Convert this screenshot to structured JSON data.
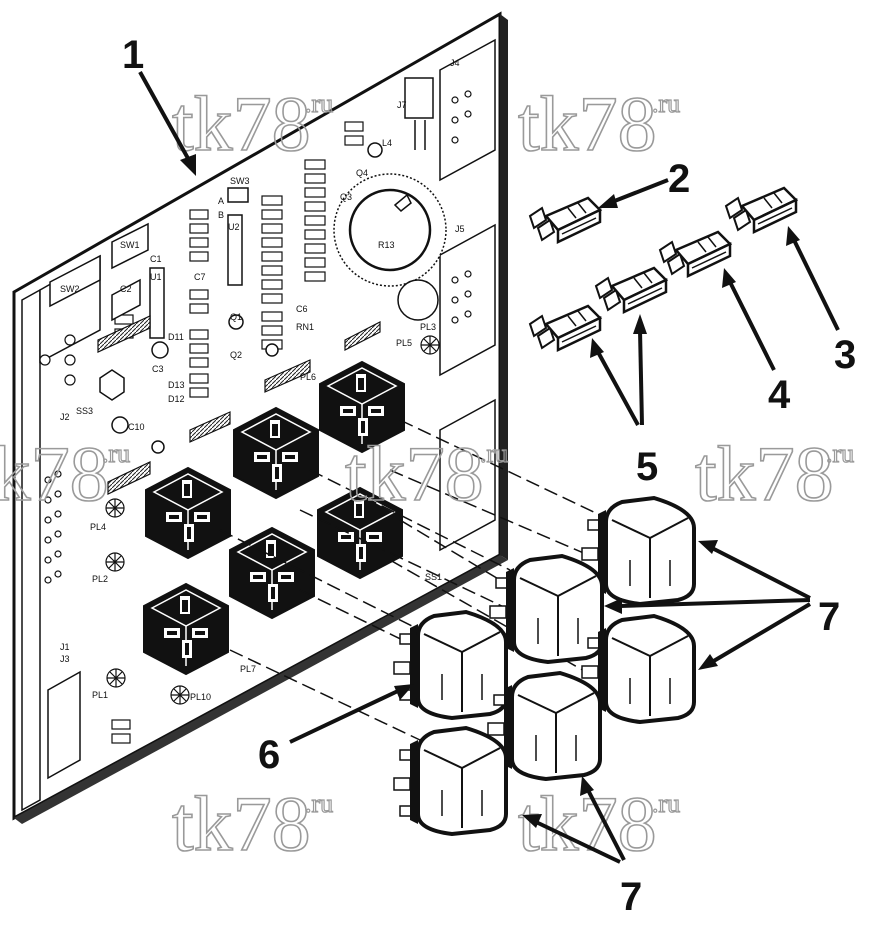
{
  "watermark": {
    "text": "tk78",
    "suffix": ".ru"
  },
  "callouts": {
    "c1": "1",
    "c2": "2",
    "c3": "3",
    "c4": "4",
    "c5": "5",
    "c6": "6",
    "c7a": "7",
    "c7b": "7"
  },
  "board_labels": {
    "sw1": "SW1",
    "sw2": "SW2",
    "sw3": "SW3",
    "j1": "J1",
    "j2": "J2",
    "j3": "J3",
    "j4": "J4",
    "j5": "J5",
    "j7": "J7",
    "r13": "R13",
    "c1": "C1",
    "c2": "C2",
    "c3": "C3",
    "c6": "C6",
    "c7": "C7",
    "c10": "C10",
    "d11": "D11",
    "d12": "D12",
    "d13": "D13",
    "q1": "Q1",
    "q2": "Q2",
    "q3": "Q3",
    "q4": "Q4",
    "u1": "U1",
    "u2": "U2",
    "pl1": "PL1",
    "pl2": "PL2",
    "pl3": "PL3",
    "pl4": "PL4",
    "pl5": "PL5",
    "pl6": "PL6",
    "pl7": "PL7",
    "pl10": "PL10",
    "ss1": "SS1",
    "ss3": "SS3",
    "rn1": "RN1",
    "l4": "L4",
    "a": "A",
    "b": "B"
  }
}
